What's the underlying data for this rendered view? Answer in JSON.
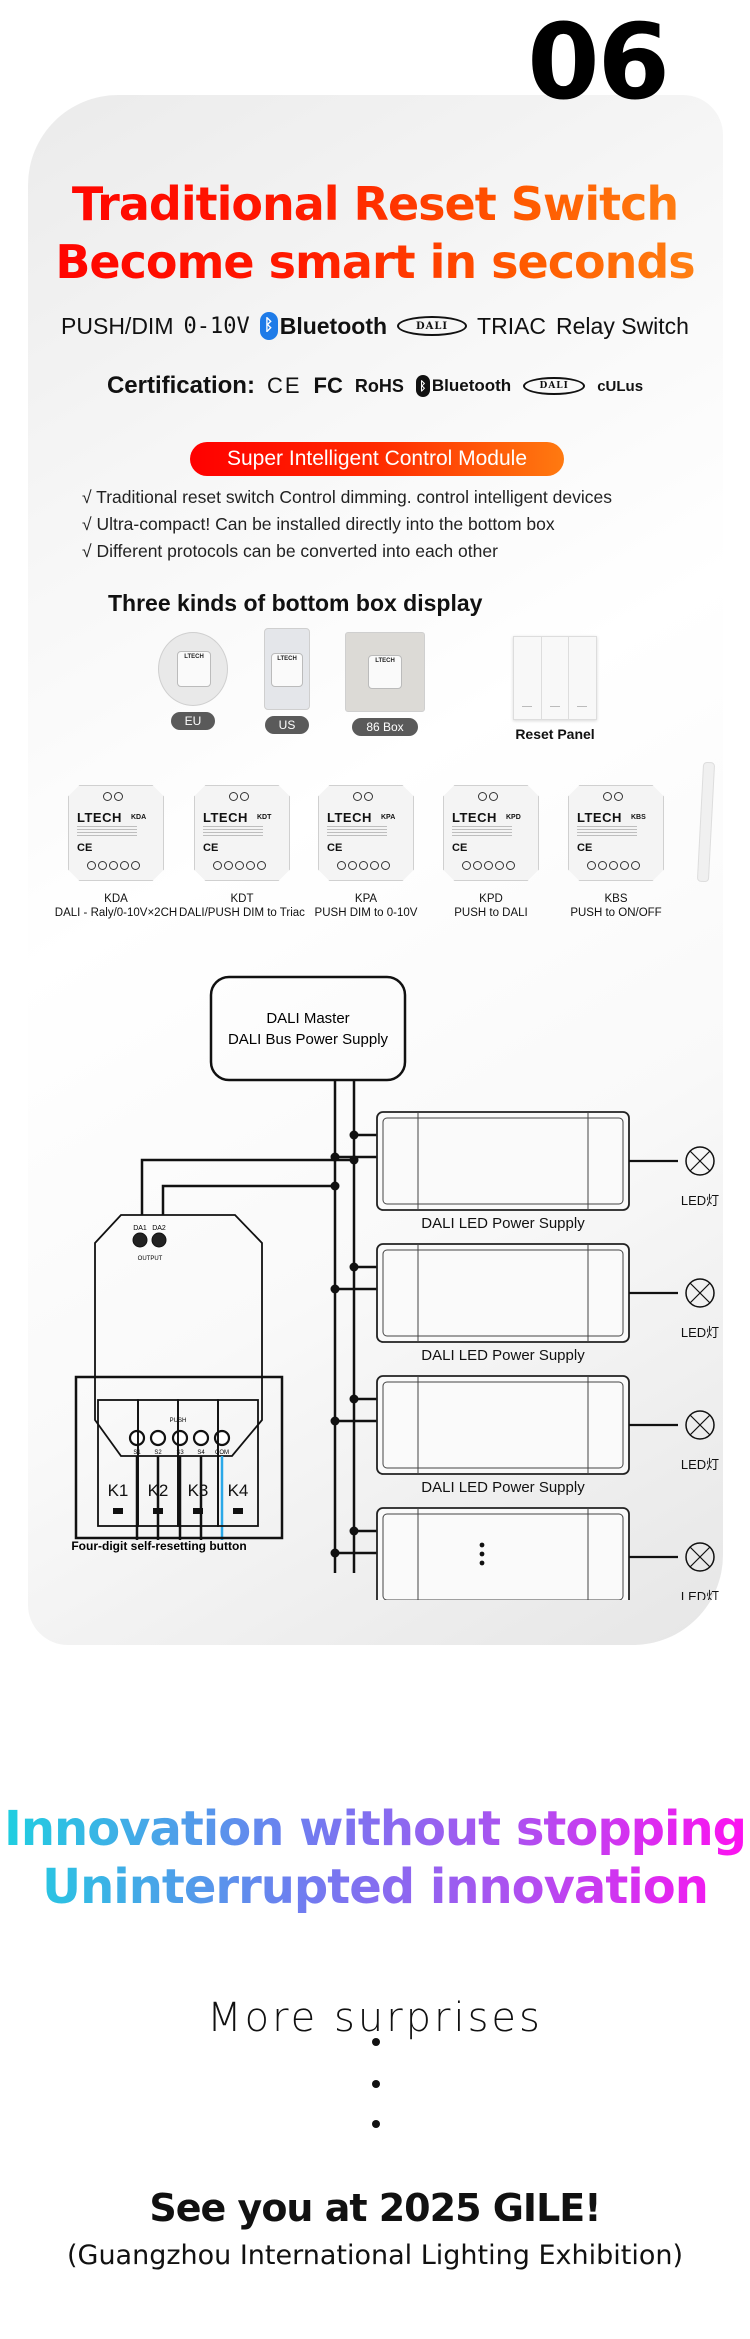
{
  "page_number": "06",
  "headline": {
    "line1": "Traditional Reset Switch",
    "line2": "Become smart in seconds"
  },
  "protocols": {
    "push_dim": "PUSH/DIM",
    "zero_ten": "0-10V",
    "bluetooth": "Bluetooth",
    "dali": "DALI",
    "triac": "TRIAC",
    "relay_switch": "Relay Switch"
  },
  "certification": {
    "label": "Certification:",
    "ce": "CE",
    "fc": "FC",
    "rohs": "RoHS",
    "bluetooth": "Bluetooth",
    "dali": "DALI",
    "ul": "cULus"
  },
  "pill_label": "Super Intelligent Control Module",
  "bullets": [
    "√ Traditional reset switch Control dimming. control intelligent devices",
    "√ Ultra-compact! Can be installed  directly into the bottom box",
    "√ Different protocols can be converted into each other"
  ],
  "bottom_box": {
    "heading": "Three kinds of bottom box display",
    "items": [
      {
        "label": "EU"
      },
      {
        "label": "US"
      },
      {
        "label": "86 Box"
      },
      {
        "label": "Reset Panel"
      }
    ]
  },
  "modules": [
    {
      "brand": "LTECH",
      "code": "KDA",
      "name": "KDA",
      "desc": "DALI - Raly/0-10V×2CH"
    },
    {
      "brand": "LTECH",
      "code": "KDT",
      "name": "KDT",
      "desc": "DALI/PUSH DIM to Triac"
    },
    {
      "brand": "LTECH",
      "code": "KPA",
      "name": "KPA",
      "desc": "PUSH DIM to 0-10V"
    },
    {
      "brand": "LTECH",
      "code": "KPD",
      "name": "KPD",
      "desc": "PUSH to DALI"
    },
    {
      "brand": "LTECH",
      "code": "KBS",
      "name": "KBS",
      "desc": "PUSH to ON/OFF"
    }
  ],
  "module_mark": "CE",
  "diagram": {
    "master_line1": "DALI Master",
    "master_line2": "DALI Bus Power Supply",
    "output_terms": [
      "DA1",
      "DA2"
    ],
    "output_label": "OUTPUT",
    "push_label": "PUSH",
    "push_terms": [
      "S1",
      "S2",
      "S3",
      "S4",
      "COM"
    ],
    "keys": [
      "K1",
      "K2",
      "K3",
      "K4"
    ],
    "switch_caption": "Four-digit self-resetting button",
    "psu_label": "DALI  LED Power Supply",
    "lamp_label": "LED灯",
    "psu_count": 4,
    "com_wire_color": "#2aa8e8"
  },
  "slogan": {
    "line1": "Innovation without stopping",
    "line2": "Uninterrupted innovation"
  },
  "more": "More surprises",
  "closing": {
    "title": "See you at 2025 GILE!",
    "subtitle": "(Guangzhou International Lighting Exhibition)"
  },
  "colors": {
    "headline_start": "#ff0000",
    "headline_end": "#ff8c1a",
    "bluetooth_blue": "#1e7be8",
    "slogan_start": "#1ed0e0",
    "slogan_end": "#ff10f0"
  }
}
